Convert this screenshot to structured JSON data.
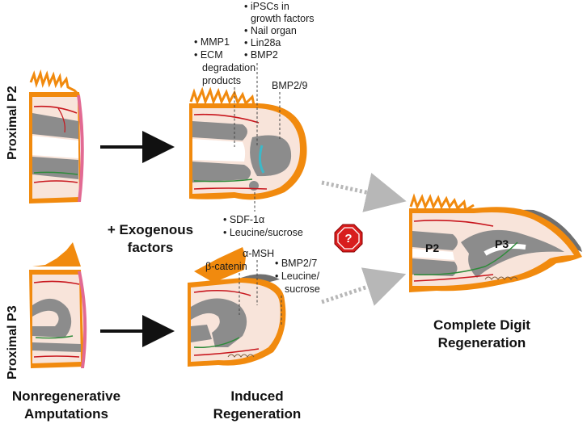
{
  "rows": {
    "top": "Proximal P2",
    "bottom": "Proximal P3"
  },
  "captions": {
    "nonregenerative": [
      "Nonregenerative",
      "Amputations"
    ],
    "induced": [
      "Induced",
      "Regeneration"
    ],
    "complete": [
      "Complete Digit",
      "Regeneration"
    ]
  },
  "middle_label": [
    "+ Exogenous",
    "factors"
  ],
  "annotations": {
    "mmp": [
      "• MMP1",
      "• ECM",
      "degradation",
      "products"
    ],
    "ipsc": [
      "• iPSCs in",
      "growth factors",
      "• Nail organ",
      "• Lin28a",
      "• BMP2"
    ],
    "bmp29": "BMP2/9",
    "sdf": [
      "• SDF-1α",
      "• Leucine/sucrose"
    ],
    "amsh": "α-MSH",
    "bcat": "β-catenin",
    "bmp27": [
      "• BMP2/7",
      "• Leucine/",
      "sucrose"
    ]
  },
  "stop_label": "?",
  "bone_labels": {
    "p2": "P2",
    "p3": "P3"
  },
  "colors": {
    "orange": "#F18A0E",
    "bone": "#8C8C8C",
    "tissue": "#F8E4DA",
    "pink": "#E26A93",
    "vessel": "#C8161D",
    "nerve": "#2E8B3A",
    "stop": "#D81E1E",
    "cyan": "#3DB8C8"
  }
}
